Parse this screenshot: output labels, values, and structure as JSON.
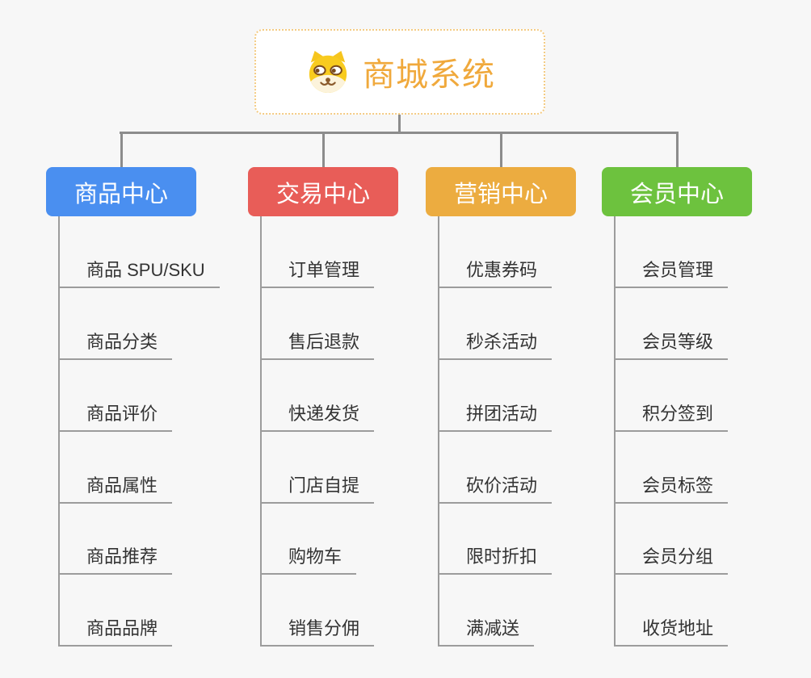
{
  "page": {
    "background": "#f7f7f7",
    "connector_color": "#8C8C8C",
    "underline_color": "#9C9C9C"
  },
  "root": {
    "title": "商城系统",
    "icon": "dog-face-icon",
    "text_color": "#F0A93C",
    "border_color": "#F4CB83",
    "background": "#ffffff"
  },
  "branches": [
    {
      "label": "商品中心",
      "color": "#4A8FF0",
      "items": [
        "商品 SPU/SKU",
        "商品分类",
        "商品评价",
        "商品属性",
        "商品推荐",
        "商品品牌"
      ]
    },
    {
      "label": "交易中心",
      "color": "#E85D58",
      "items": [
        "订单管理",
        "售后退款",
        "快递发货",
        "门店自提",
        "购物车",
        "销售分佣"
      ]
    },
    {
      "label": "营销中心",
      "color": "#ECAC40",
      "items": [
        "优惠券码",
        "秒杀活动",
        "拼团活动",
        "砍价活动",
        "限时折扣",
        "满减送"
      ]
    },
    {
      "label": "会员中心",
      "color": "#6DC23E",
      "items": [
        "会员管理",
        "会员等级",
        "积分签到",
        "会员标签",
        "会员分组",
        "收货地址"
      ]
    }
  ]
}
